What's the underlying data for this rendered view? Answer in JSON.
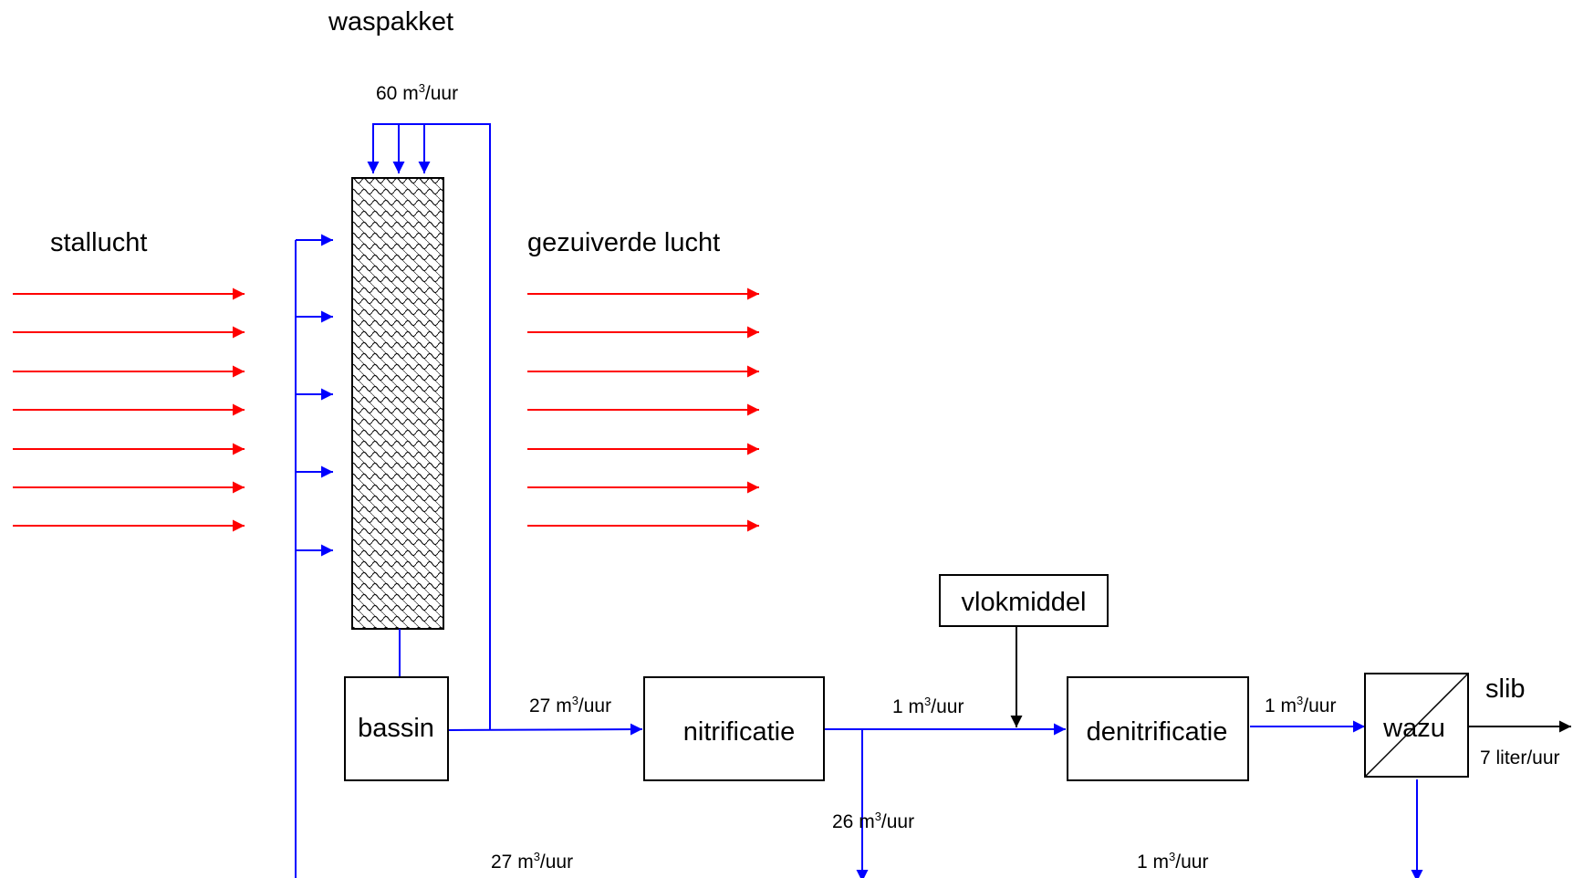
{
  "labels": {
    "waspakket": "waspakket",
    "stallucht": "stallucht",
    "gezuiverde_lucht": "gezuiverde lucht",
    "slib": "slib"
  },
  "boxes": {
    "bassin": "bassin",
    "nitrificatie": "nitrificatie",
    "vlokmiddel": "vlokmiddel",
    "denitrificatie": "denitrificatie",
    "wazu": "wazu"
  },
  "flows": {
    "top": {
      "value": "60 m",
      "sup": "3",
      "unit": "/uur"
    },
    "bassin_to_nitri": {
      "value": "27 m",
      "sup": "3",
      "unit": "/uur"
    },
    "nitri_to_denitri": {
      "value": "1 m",
      "sup": "3",
      "unit": "/uur"
    },
    "denitri_to_wazu": {
      "value": "1 m",
      "sup": "3",
      "unit": "/uur"
    },
    "nitri_return": {
      "value": "26 m",
      "sup": "3",
      "unit": "/uur"
    },
    "bottom_return": {
      "value": "27 m",
      "sup": "3",
      "unit": "/uur"
    },
    "wazu_return": {
      "value": "1 m",
      "sup": "3",
      "unit": "/uur"
    },
    "slib_out": "7 liter/uur"
  },
  "colors": {
    "air": "#ff0000",
    "water": "#0000ff",
    "black": "#000000"
  }
}
